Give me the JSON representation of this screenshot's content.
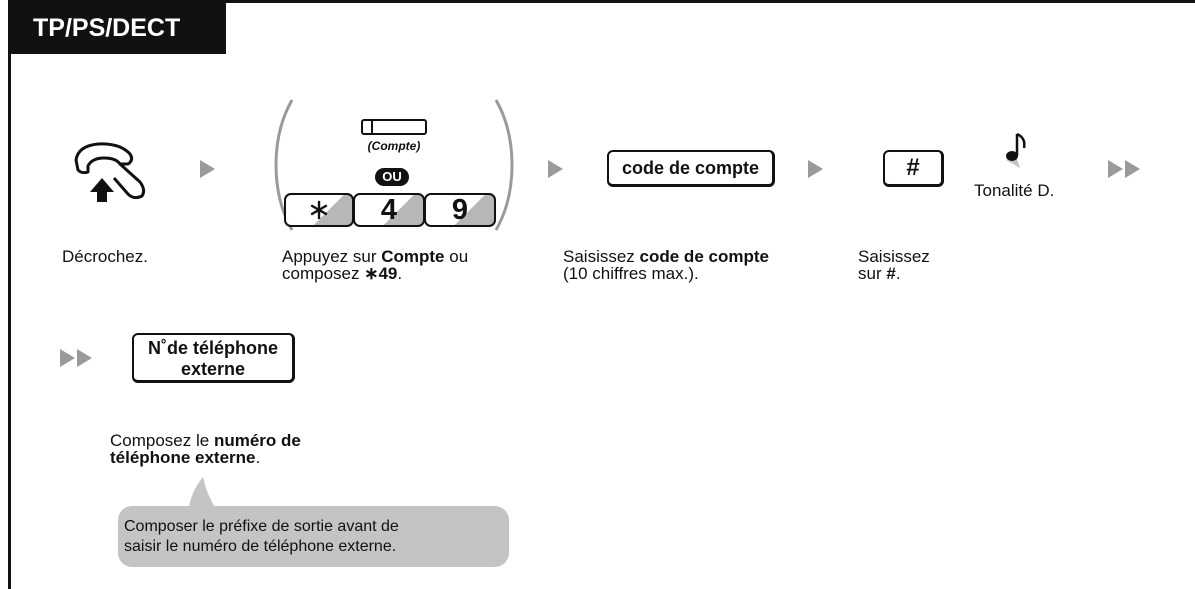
{
  "section": {
    "title": "TP/PS/DECT"
  },
  "steps": {
    "offhook": {
      "caption": "Décrochez."
    },
    "account": {
      "button_label": "(Compte)",
      "or_label": "OU",
      "keys": [
        "∗",
        "4",
        "9"
      ],
      "caption_prefix": "Appuyez sur ",
      "caption_bold": "Compte",
      "caption_mid": " ou",
      "caption_line2_prefix": "composez ",
      "caption_line2_bold": "∗49",
      "caption_suffix": "."
    },
    "account_code": {
      "box_label": "code de compte",
      "caption_prefix": "Saisissez ",
      "caption_bold": "code de compte",
      "caption_line2": "(10 chiffres max.)."
    },
    "hash": {
      "key_label": "#",
      "caption_line1": "Saisissez",
      "caption_line2_prefix": "sur ",
      "caption_line2_bold": "#",
      "caption_suffix": "."
    },
    "tone": {
      "label": "Tonalité D."
    },
    "external": {
      "box_line1": "N˚de téléphone",
      "box_line2": "externe",
      "caption_prefix": "Composez le ",
      "caption_bold1": "numéro de",
      "caption_bold2": "téléphone externe",
      "caption_suffix": ".",
      "note_line1": "Composer le préfixe de sortie avant de",
      "note_line2": "saisir le numéro de téléphone externe."
    }
  },
  "colors": {
    "arrow": "#9a9a9a",
    "note_background": "#c4c4c4",
    "key_shadow": "#b7b7b7",
    "tab_background": "#111111"
  },
  "icons": [
    "handset-offhook-icon",
    "music-note-icon",
    "flow-arrow-icon"
  ]
}
